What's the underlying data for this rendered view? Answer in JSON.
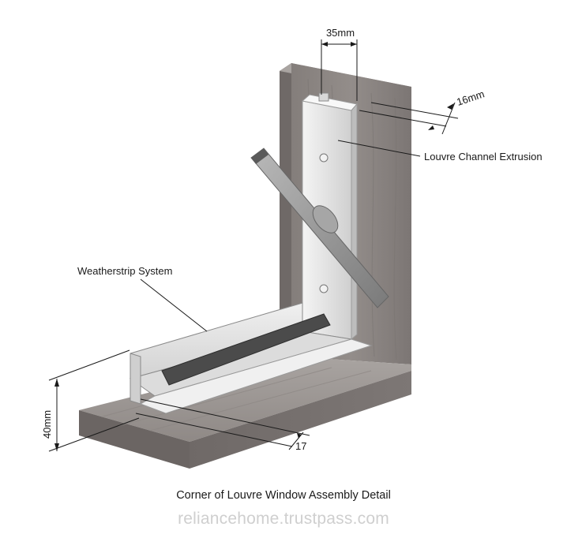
{
  "diagram": {
    "dimensions": {
      "channel_width": "35mm",
      "channel_depth": "16mm",
      "sill_height": "40mm",
      "sill_offset": "17"
    },
    "callouts": {
      "louvre_channel": "Louvre Channel Extrusion",
      "weatherstrip": "Weatherstrip System"
    },
    "caption": "Corner of Louvre Window Assembly Detail"
  },
  "watermark": "reliancehome.trustpass.com",
  "colors": {
    "wood_face": "#8a8481",
    "wood_side": "#6e6866",
    "wood_top": "#a39e9b",
    "aluminium": "#e6e6e6",
    "blade": "#9c9c9c",
    "weatherstrip": "#4a4a4a"
  }
}
